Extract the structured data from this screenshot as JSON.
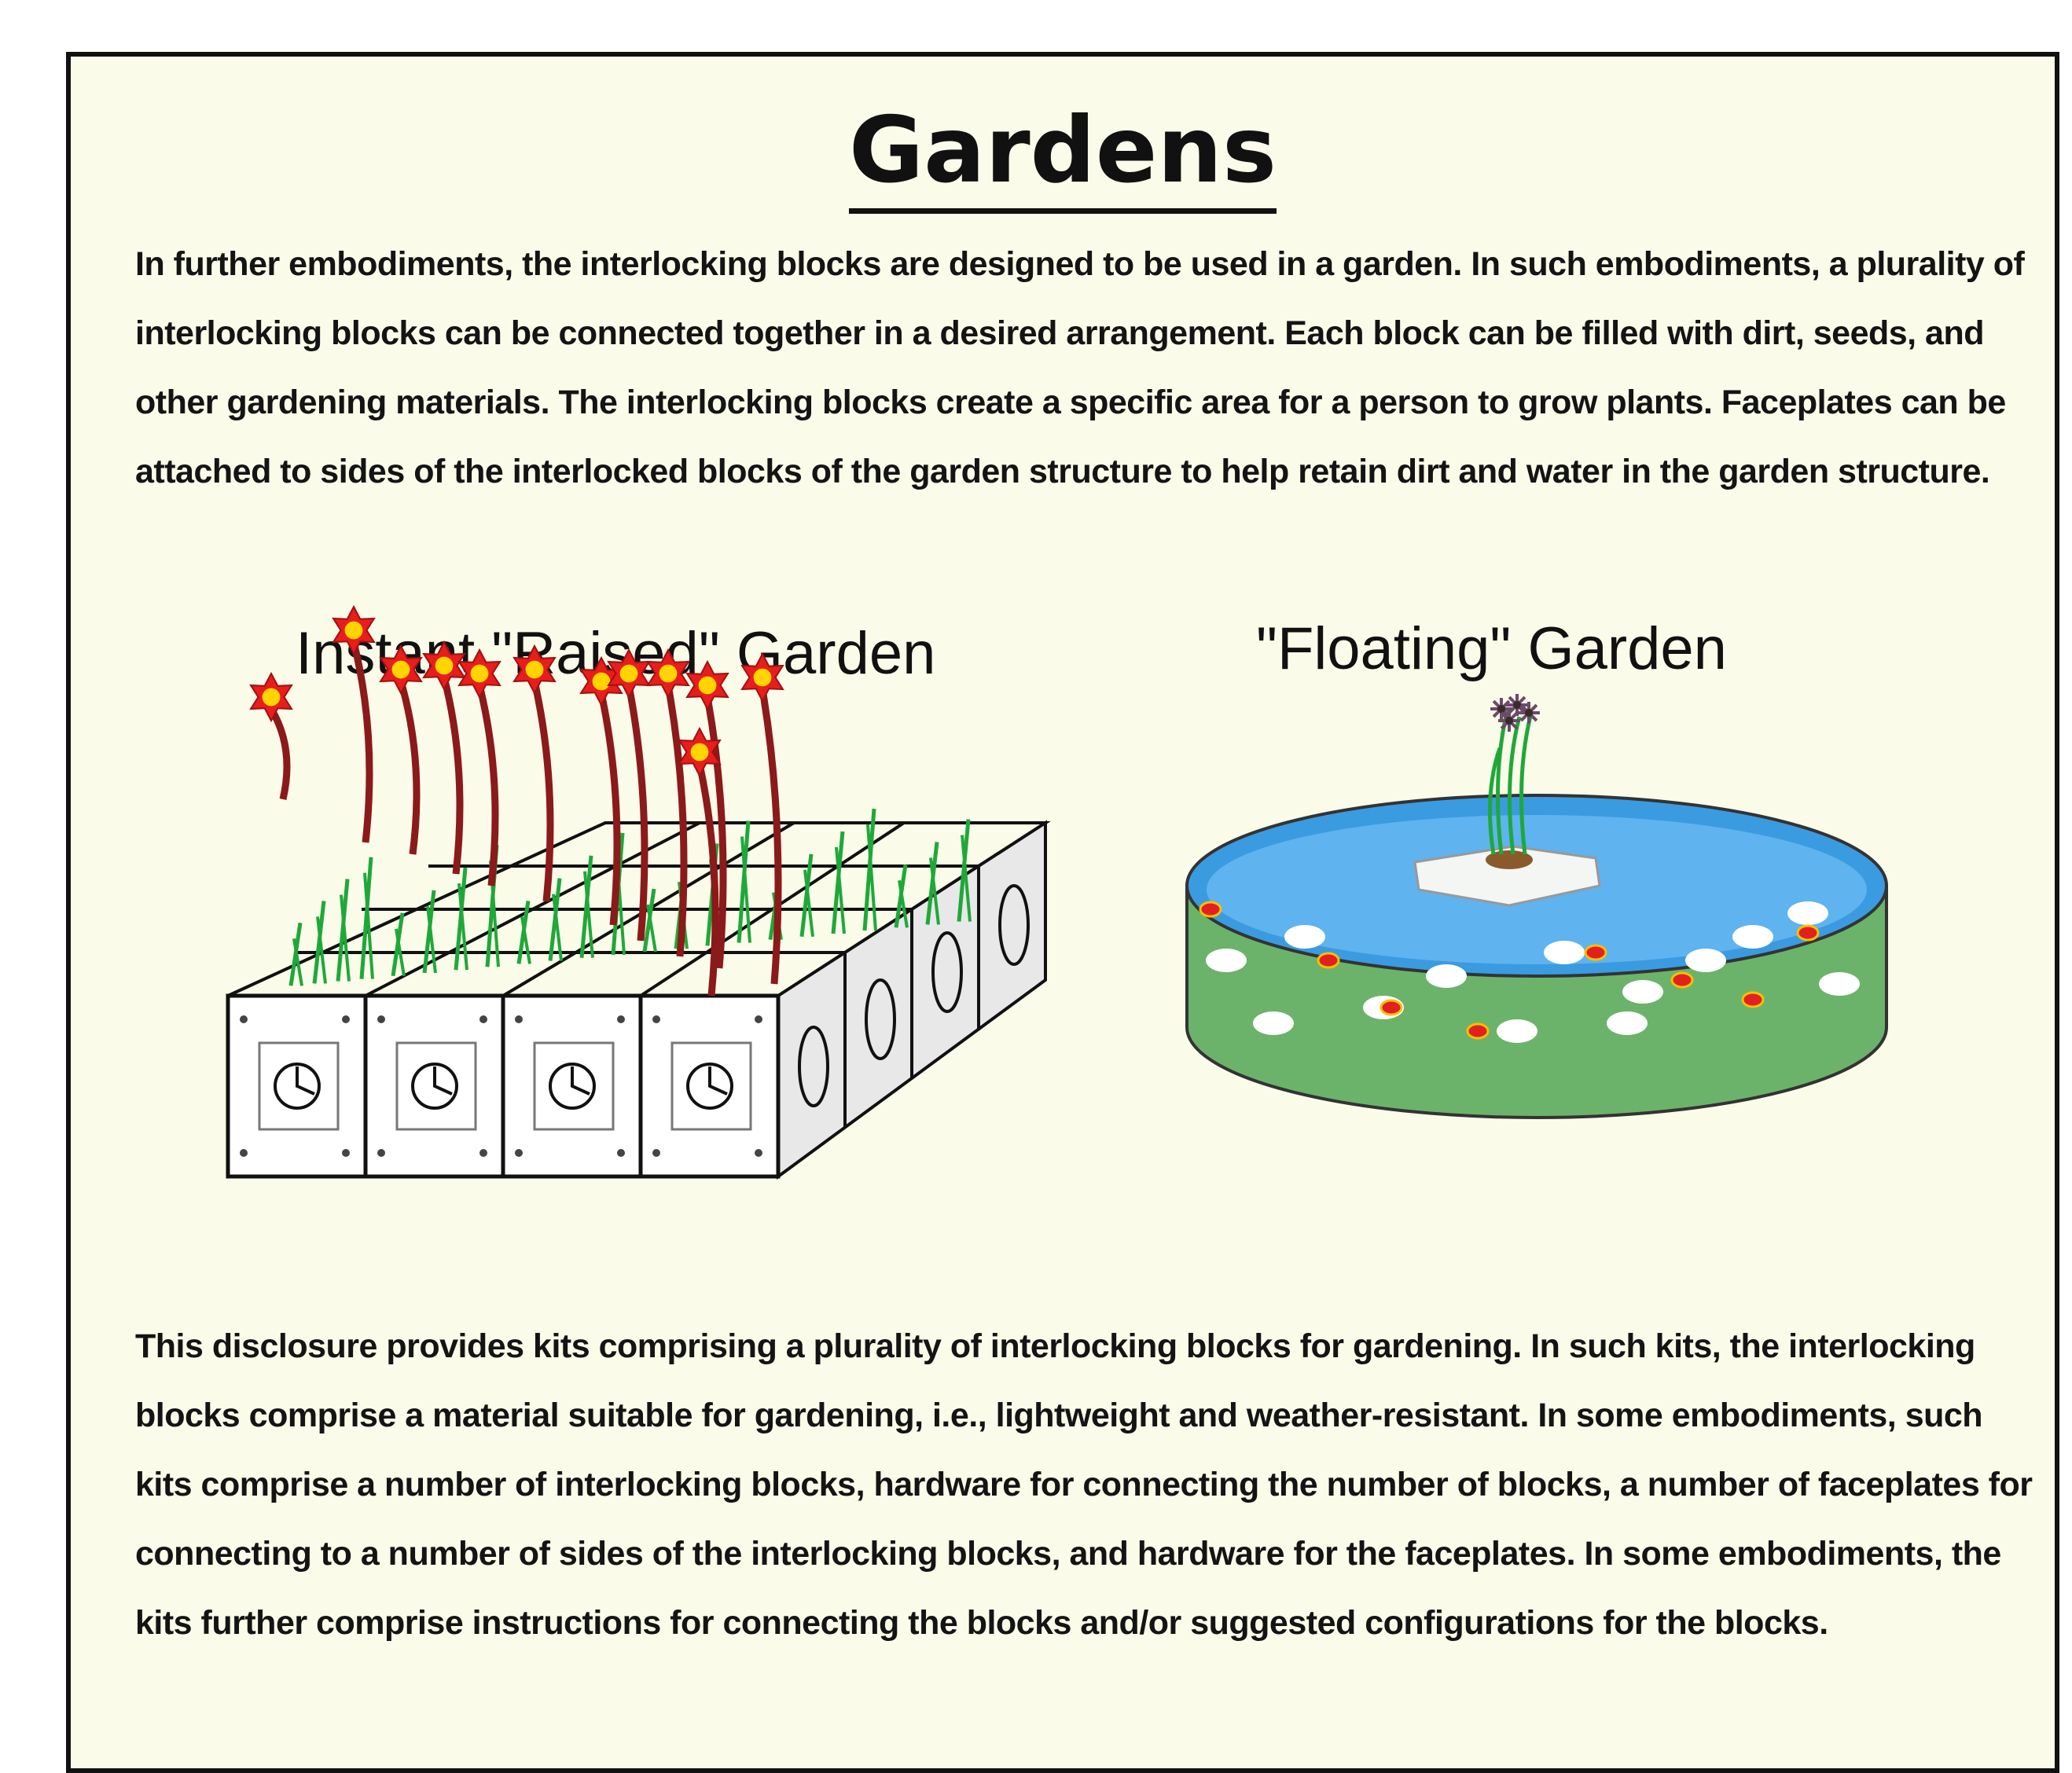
{
  "title": "Gardens",
  "intro": "In further embodiments, the interlocking blocks are designed to be used in a garden.  In such embodiments, a plurality of interlocking blocks can be connected together in a desired arrangement.  Each block can be filled with dirt, seeds, and other gardening materials.  The interlocking blocks create a specific area for a person to grow plants.  Faceplates can be attached to sides of the interlocked blocks of the garden structure to help retain dirt and water in the garden structure.",
  "figures": {
    "raised": {
      "caption": "Instant \"Raised\" Garden"
    },
    "floating": {
      "caption": "\"Floating\" Garden"
    }
  },
  "kits": "This disclosure provides kits comprising a plurality of interlocking blocks for gardening.  In such kits, the interlocking blocks comprise a material suitable for gardening, i.e., lightweight and weather-resistant.  In some embodiments, such kits comprise a number of interlocking blocks, hardware for connecting the number of blocks, a number of faceplates for connecting to a number of sides of the interlocking blocks, and hardware for the faceplates.  In some embodiments, the kits further comprise instructions for connecting the blocks and/or suggested configurations for the blocks.",
  "colors": {
    "background": "#fafbe9",
    "stem": "#8b1a1a",
    "petal": "#e81d1d",
    "flower_center": "#ffd400",
    "grass": "#1fa83a",
    "water": "#3a9be0",
    "planter": "#6bb36a"
  }
}
